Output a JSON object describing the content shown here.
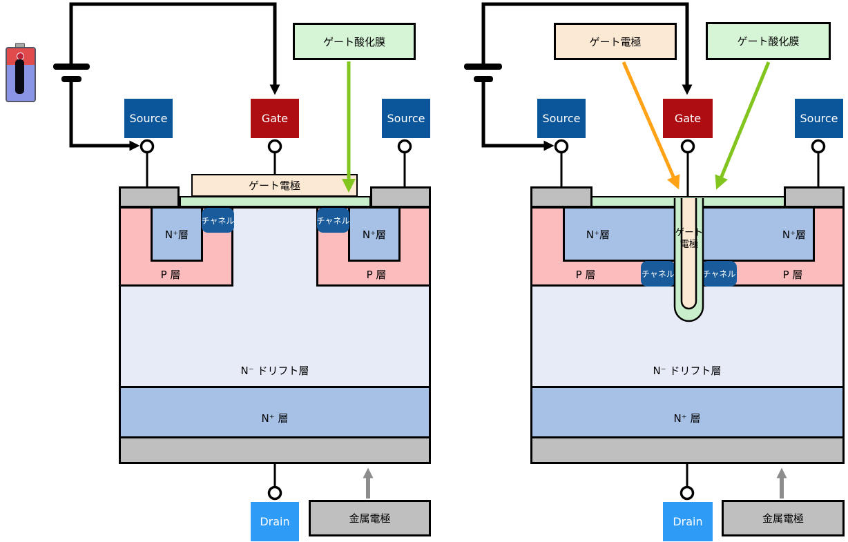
{
  "colors": {
    "source_blue": "#0B569B",
    "gate_red": "#AE0E12",
    "drain_blue": "#2E9BF6",
    "channel_blue": "#1A5B9B",
    "p_pink": "#FBBCBE",
    "n_plus_blue": "#A6C0E6",
    "drift_lavender": "#E7EBF8",
    "oxide_green": "#C9EECB",
    "callout_green": "#D6F5D6",
    "electrode_cream": "#FBE9D3",
    "metal_gray": "#BFBFBF",
    "wire_black": "#000000",
    "arrow_orange": "#FFA216",
    "arrow_green": "#82C51E",
    "arrow_gray": "#8C8C8C",
    "battery_red": "#E14B4B",
    "battery_blue": "#8B95E6"
  },
  "left_diagram": {
    "terminals": {
      "source_left": "Source",
      "gate": "Gate",
      "source_right": "Source",
      "drain": "Drain"
    },
    "callouts": {
      "gate_oxide": "ゲート酸化膜"
    },
    "device": {
      "gate_electrode": "ゲート電極",
      "channel_left": "チャネル",
      "channel_right": "チャネル",
      "n_source_left": "N⁺層",
      "n_source_right": "N⁺層",
      "p_well_left": "P 層",
      "p_well_right": "P 層",
      "drift_layer": "N⁻ ドリフト層",
      "substrate_layer": "N⁺ 層"
    },
    "metal_electrode": "金属電極"
  },
  "right_diagram": {
    "terminals": {
      "source_left": "Source",
      "gate": "Gate",
      "source_right": "Source",
      "drain": "Drain"
    },
    "callouts": {
      "gate_electrode": "ゲート電極",
      "gate_oxide": "ゲート酸化膜"
    },
    "device": {
      "trench_gate_line1": "ゲート",
      "trench_gate_line2": "電極",
      "channel_left": "チャネル",
      "channel_right": "チャネル",
      "n_source_left": "N⁺層",
      "n_source_right": "N⁺層",
      "p_well_left": "P 層",
      "p_well_right": "P 層",
      "drift_layer": "N⁻ ドリフト層",
      "substrate_layer": "N⁺ 層"
    },
    "metal_electrode": "金属電極"
  }
}
